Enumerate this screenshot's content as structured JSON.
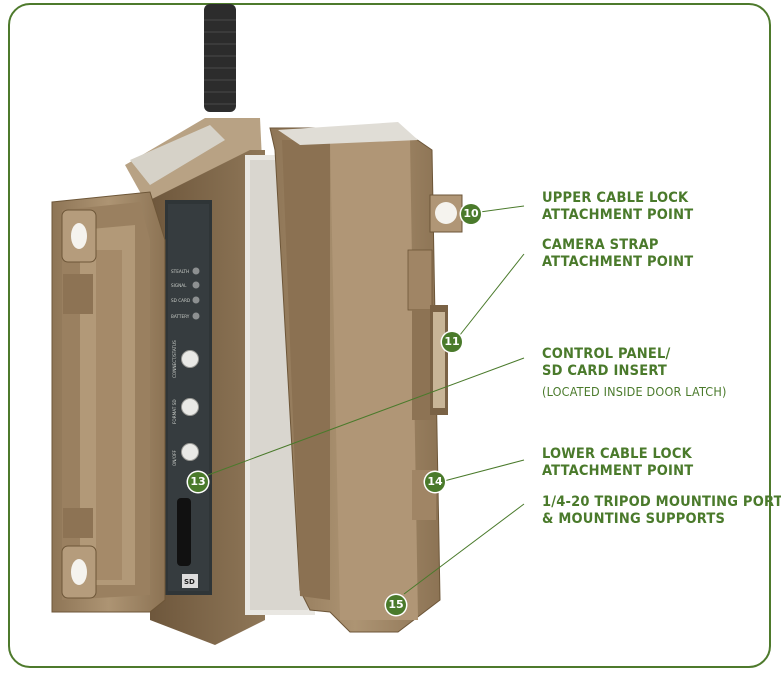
{
  "callouts": [
    {
      "number": "10",
      "line1": "UPPER CABLE LOCK",
      "line2": "ATTACHMENT POINT",
      "line3": ""
    },
    {
      "number": "11",
      "line1": "CAMERA STRAP",
      "line2": "ATTACHMENT POINT",
      "line3": ""
    },
    {
      "number": "13",
      "line1": "CONTROL PANEL/",
      "line2": "SD CARD INSERT",
      "line3": "(LOCATED INSIDE DOOR LATCH)"
    },
    {
      "number": "14",
      "line1": "LOWER CABLE LOCK",
      "line2": "ATTACHMENT POINT",
      "line3": ""
    },
    {
      "number": "15",
      "line1": "1/4-20 TRIPOD MOUNTING PORT",
      "line2": "& MOUNTING SUPPORTS",
      "line3": ""
    }
  ],
  "panel": {
    "leds": [
      "STEALTH",
      "SIGNAL",
      "SD CARD",
      "BATTERY"
    ],
    "buttons": [
      "CONNECT/STATUS",
      "FORMAT SD",
      "ON/OFF"
    ],
    "sd_label": "SD"
  },
  "colors": {
    "accent": "#4a7a2b",
    "body": "#a58c6c",
    "body_dark": "#7d6548",
    "panel": "#2e3436"
  }
}
